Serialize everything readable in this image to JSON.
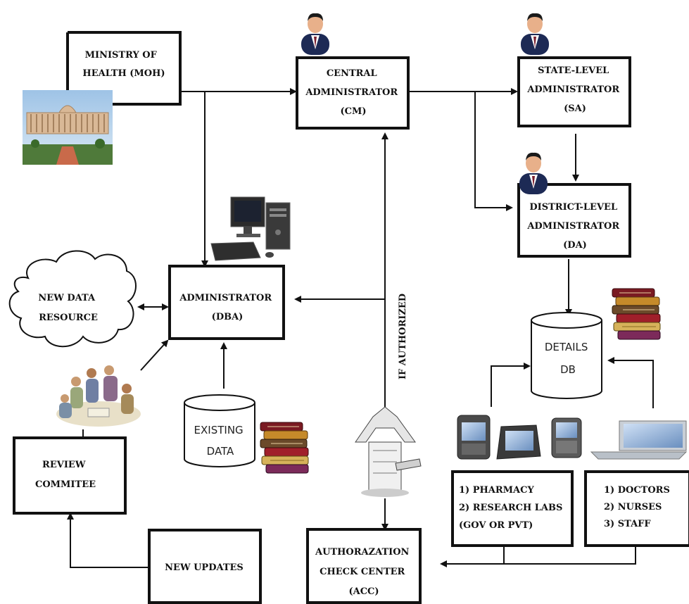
{
  "nodes": {
    "moh": {
      "lines": [
        "MINISTRY OF",
        "HEALTH (MOH)"
      ]
    },
    "cm": {
      "lines": [
        "CENTRAL",
        "ADMINISTRATOR",
        "(CM)"
      ]
    },
    "sa": {
      "lines": [
        "STATE-LEVEL",
        "ADMINISTRATOR",
        "(SA)"
      ]
    },
    "da": {
      "lines": [
        "DISTRICT-LEVEL",
        "ADMINISTRATOR",
        "(DA)"
      ]
    },
    "dba": {
      "lines": [
        "ADMINISTRATOR",
        "(DBA)"
      ]
    },
    "new_data_resource": {
      "lines": [
        "NEW DATA",
        "RESOURCE"
      ]
    },
    "review_committee": {
      "lines": [
        "REVIEW",
        "COMMITEE"
      ]
    },
    "new_updates": {
      "lines": [
        "NEW UPDATES"
      ]
    },
    "acc": {
      "lines": [
        "AUTHORAZATION",
        "CHECK CENTER",
        "(ACC)"
      ]
    },
    "pharmacy_group": {
      "lines": [
        "1) PHARMACY",
        "2) RESEARCH LABS",
        "(GOV OR PVT)"
      ]
    },
    "doctors_group": {
      "lines": [
        "1) DOCTORS",
        "2) NURSES",
        "3) STAFF"
      ]
    },
    "existing_data_db": {
      "lines": [
        "EXISTING",
        "DATA"
      ]
    },
    "details_db": {
      "lines": [
        "DETAILS",
        "DB"
      ]
    }
  },
  "edge_labels": {
    "if_authorized": "IF AUTHORIZED"
  },
  "icons": [
    "parliament-building-image",
    "user-icon",
    "desktop-computer-icon",
    "books-icon",
    "people-group-icon",
    "mobile-devices-icon",
    "laptop-icon",
    "authorization-gate-icon",
    "cloud-shape"
  ],
  "colors": {
    "stroke": "#111111",
    "background": "#ffffff"
  }
}
